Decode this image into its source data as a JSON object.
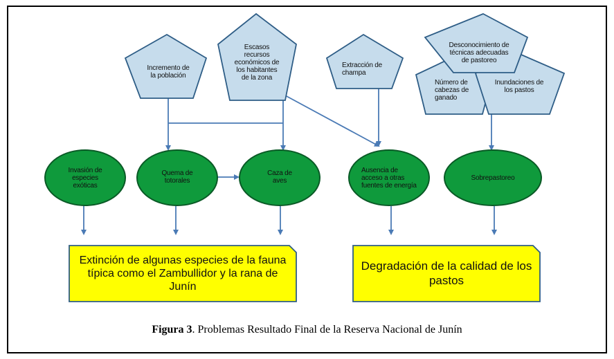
{
  "colors": {
    "pentagon_fill": "#c6dcec",
    "pentagon_stroke": "#2e5d86",
    "ellipse_fill": "#0f9a3c",
    "ellipse_stroke": "#0a5a26",
    "box_fill": "#ffff00",
    "arrow": "#4a7ab5"
  },
  "causes": {
    "incremento": "Incremento de la población",
    "escasos": "Escasos recursos económicos de los habitantes de la zona",
    "extraccion": "Extracción de champa",
    "desconocimiento": "Desconocimiento de técnicas adecuadas de pastoreo",
    "numero": "Número de cabezas de ganado",
    "inundaciones": "Inundaciones de los pastos"
  },
  "problems": {
    "invasion": "Invasión de especies exóticas",
    "quema": "Quema de totorales",
    "caza": "Caza de aves",
    "ausencia": "Ausencia de acceso a otras fuentes de energía",
    "sobrepastoreo": "Sobrepastoreo"
  },
  "results": {
    "extincion": "Extinción de algunas especies de la fauna típica como el Zambullidor y la rana de Junín",
    "degradacion": "Degradación de la calidad de los pastos"
  },
  "caption": {
    "label": "Figura 3",
    "text": ". Problemas Resultado Final de la Reserva Nacional de Junín"
  }
}
